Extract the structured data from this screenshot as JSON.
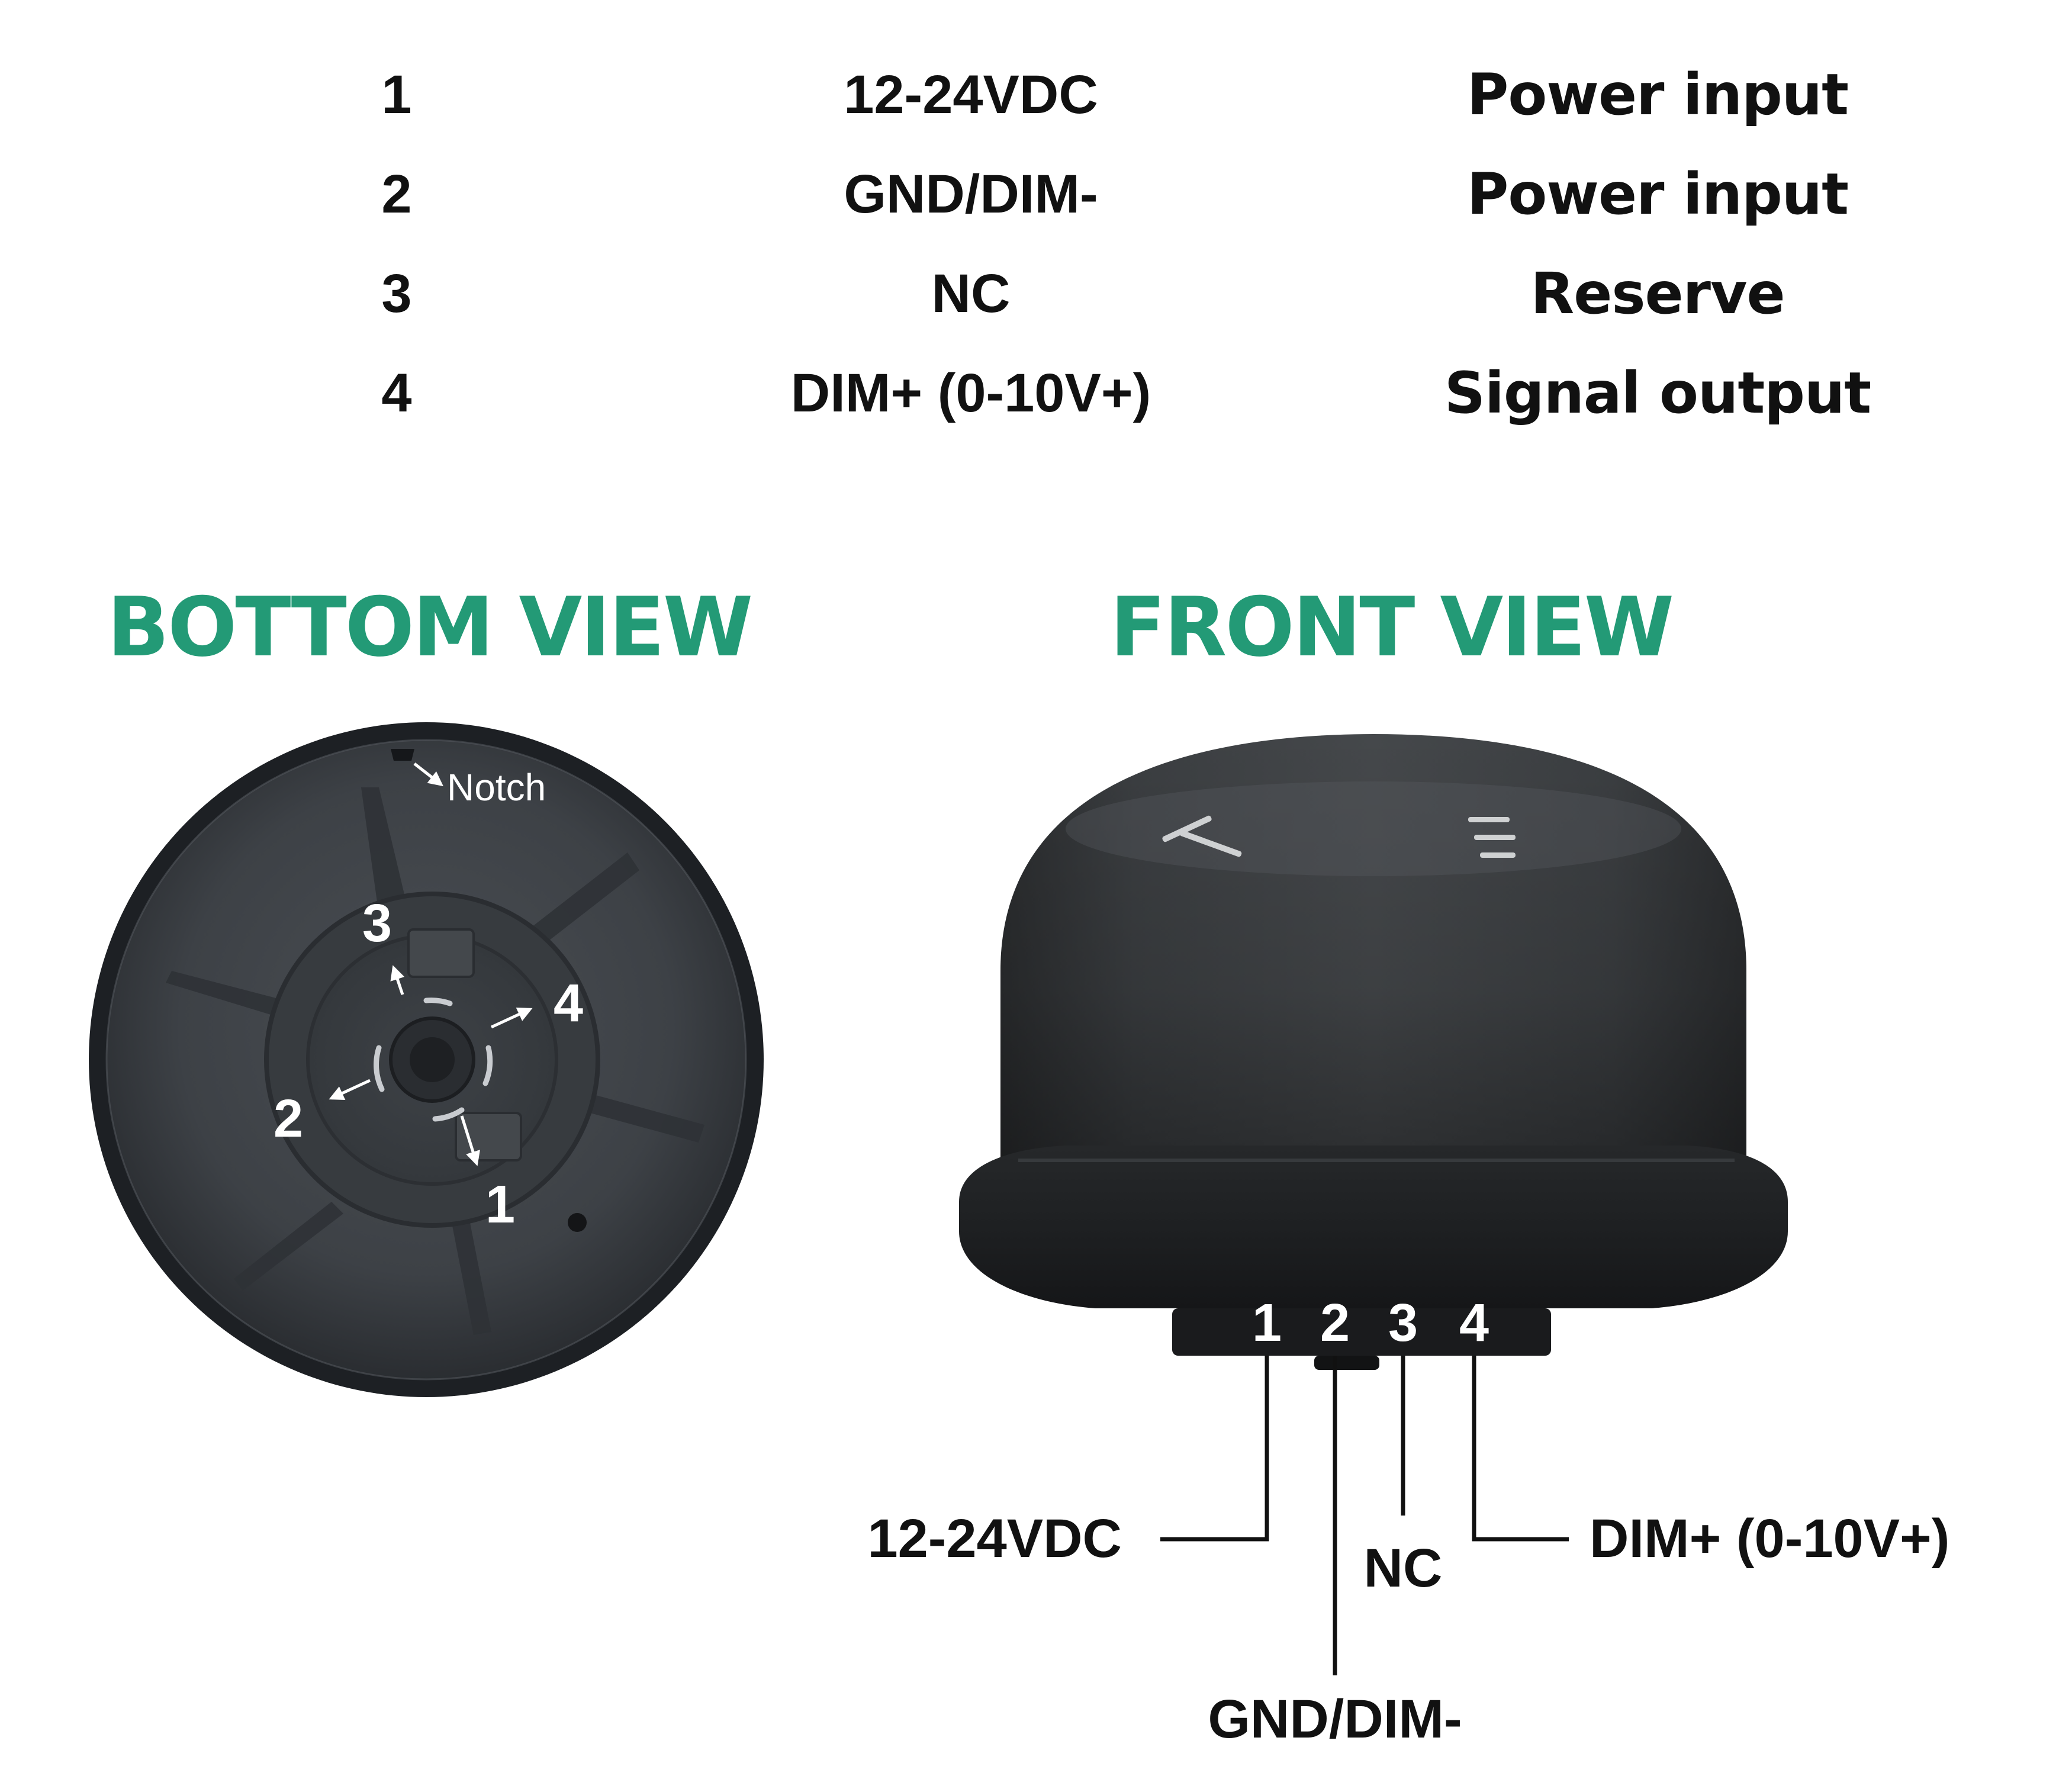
{
  "pin_table": {
    "rows": [
      {
        "pin": "1",
        "signal": "12-24VDC",
        "function": "Power input"
      },
      {
        "pin": "2",
        "signal": "GND/DIM-",
        "function": "Power input"
      },
      {
        "pin": "3",
        "signal": "NC",
        "function": "Reserve"
      },
      {
        "pin": "4",
        "signal": "DIM+ (0-10V+)",
        "function": "Signal output"
      }
    ]
  },
  "bottom_view": {
    "title": "BOTTOM VIEW",
    "notch_label": "Notch",
    "pin_labels": [
      "1",
      "2",
      "3",
      "4"
    ]
  },
  "front_view": {
    "title": "FRONT VIEW",
    "pin_labels": [
      "1",
      "2",
      "3",
      "4"
    ],
    "wire_labels": [
      "12-24VDC",
      "GND/DIM-",
      "NC",
      "DIM+ (0-10V+)"
    ]
  },
  "colors": {
    "title_green": "#239a76",
    "text": "#111111",
    "housing_dark": "#2b2f33",
    "dome_dark": "#3a3d40"
  }
}
